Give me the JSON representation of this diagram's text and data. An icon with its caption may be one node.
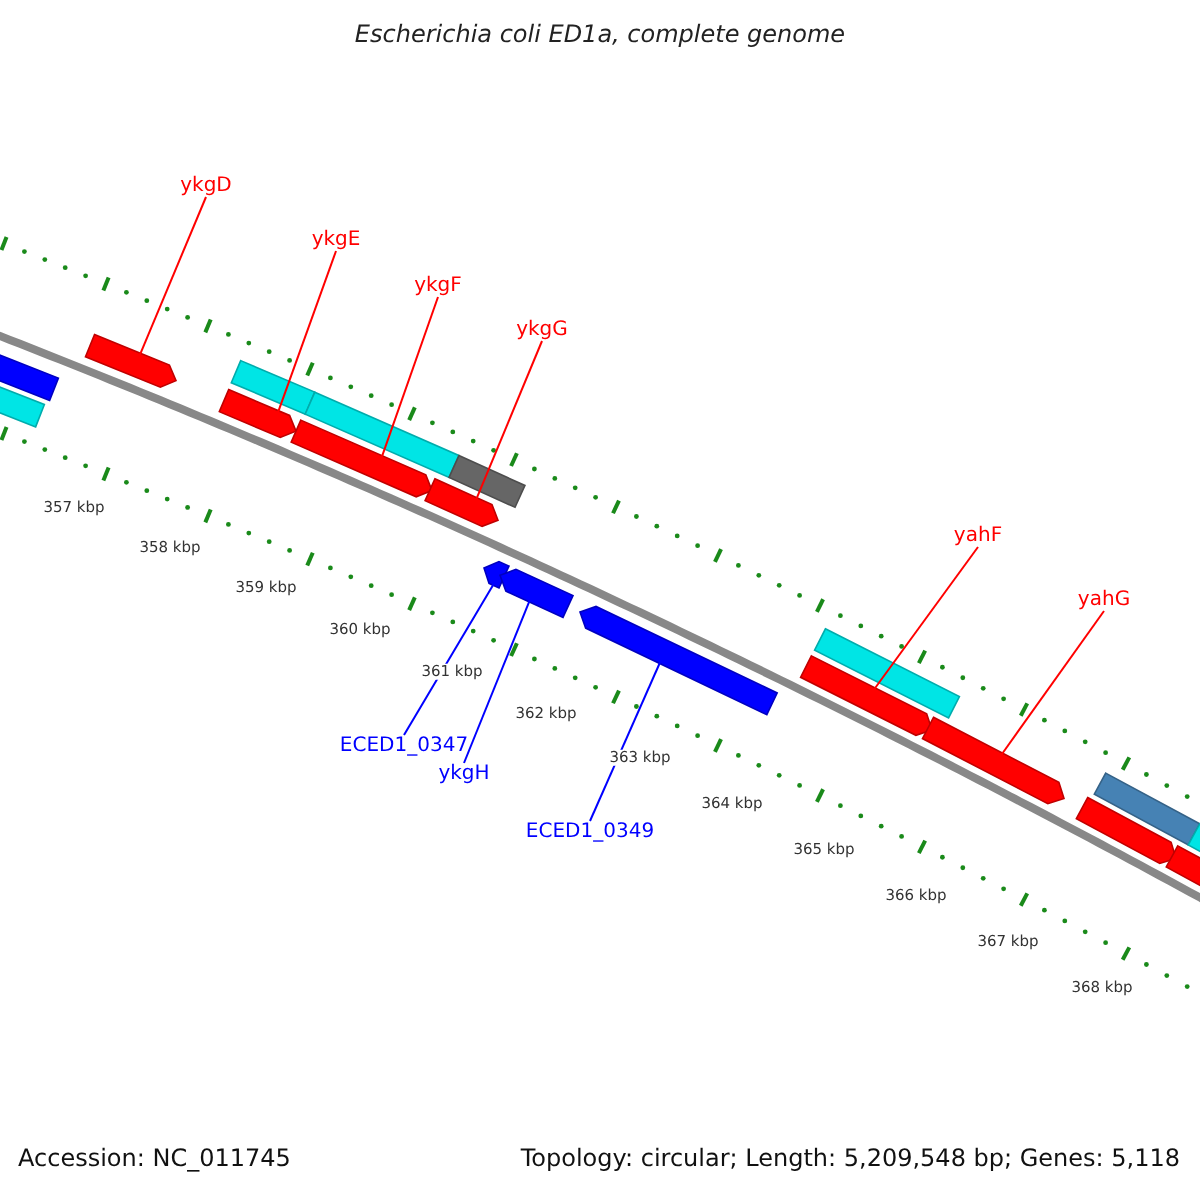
{
  "diagram": {
    "title": "Escherichia coli ED1a, complete genome",
    "nodes": [
      {
        "text": [
          "ykgD"
        ]
      },
      {
        "text": [
          "ykgE"
        ]
      },
      {
        "text": [
          "ykgF"
        ]
      },
      {
        "text": [
          "ykgG"
        ]
      },
      {
        "text": [
          "yahF"
        ]
      },
      {
        "text": [
          "yahG"
        ]
      },
      {
        "text": [
          "ECED1_0347"
        ]
      },
      {
        "text": [
          "ykgH"
        ]
      },
      {
        "text": [
          "ECED1_0349"
        ]
      },
      {
        "text": [],
        "shape": "box"
      },
      {
        "text": [],
        "shape": "bar"
      },
      {
        "text": [],
        "shape": "box"
      },
      {
        "text": [],
        "shape": "box"
      },
      {
        "text": [],
        "shape": "bar"
      },
      {
        "text": [],
        "shape": "box"
      },
      {
        "text": [],
        "shape": "bar"
      },
      {
        "text": [],
        "shape": "box"
      },
      {
        "text": [],
        "shape": "bar"
      },
      {
        "text": [],
        "shape": "box"
      },
      {
        "text": [],
        "shape": "box"
      },
      {
        "text": [],
        "shape": "box"
      },
      {
        "text": [],
        "shape": "box"
      },
      {
        "text": [],
        "shape": "bar"
      },
      {
        "text": [],
        "shape": "box"
      },
      {
        "text": [],
        "shape": "box"
      },
      {
        "text": [],
        "shape": "bar"
      },
      {
        "text": [],
        "shape": "box"
      },
      {
        "text": [],
        "shape": "bar"
      }
    ],
    "edges": [
      {
        "from": 0,
        "to": 11,
        "arrow": "none"
      },
      {
        "from": 1,
        "to": 12,
        "arrow": "none"
      },
      {
        "from": 2,
        "to": 14,
        "arrow": "none"
      },
      {
        "from": 3,
        "to": 16,
        "arrow": "none"
      },
      {
        "from": 4,
        "to": 21,
        "arrow": "none"
      },
      {
        "from": 5,
        "to": 23,
        "arrow": "none"
      },
      {
        "from": 6,
        "to": 18,
        "arrow": "none",
        "color": "#0000ff"
      },
      {
        "from": 7,
        "to": 19,
        "arrow": "none",
        "color": "#0000ff"
      },
      {
        "from": 8,
        "to": 20,
        "arrow": "none",
        "color": "#0000ff"
      }
    ],
    "labels": [
      "357 kbp",
      "358 kbp",
      "359 kbp",
      "360 kbp",
      "361 kbp",
      "362 kbp",
      "363 kbp",
      "364 kbp",
      "365 kbp",
      "366 kbp",
      "367 kbp",
      "368 kbp",
      "Accession: NC_011745",
      "Topology: circular; Length: 5,209,548 bp; Genes: 5,118"
    ]
  }
}
